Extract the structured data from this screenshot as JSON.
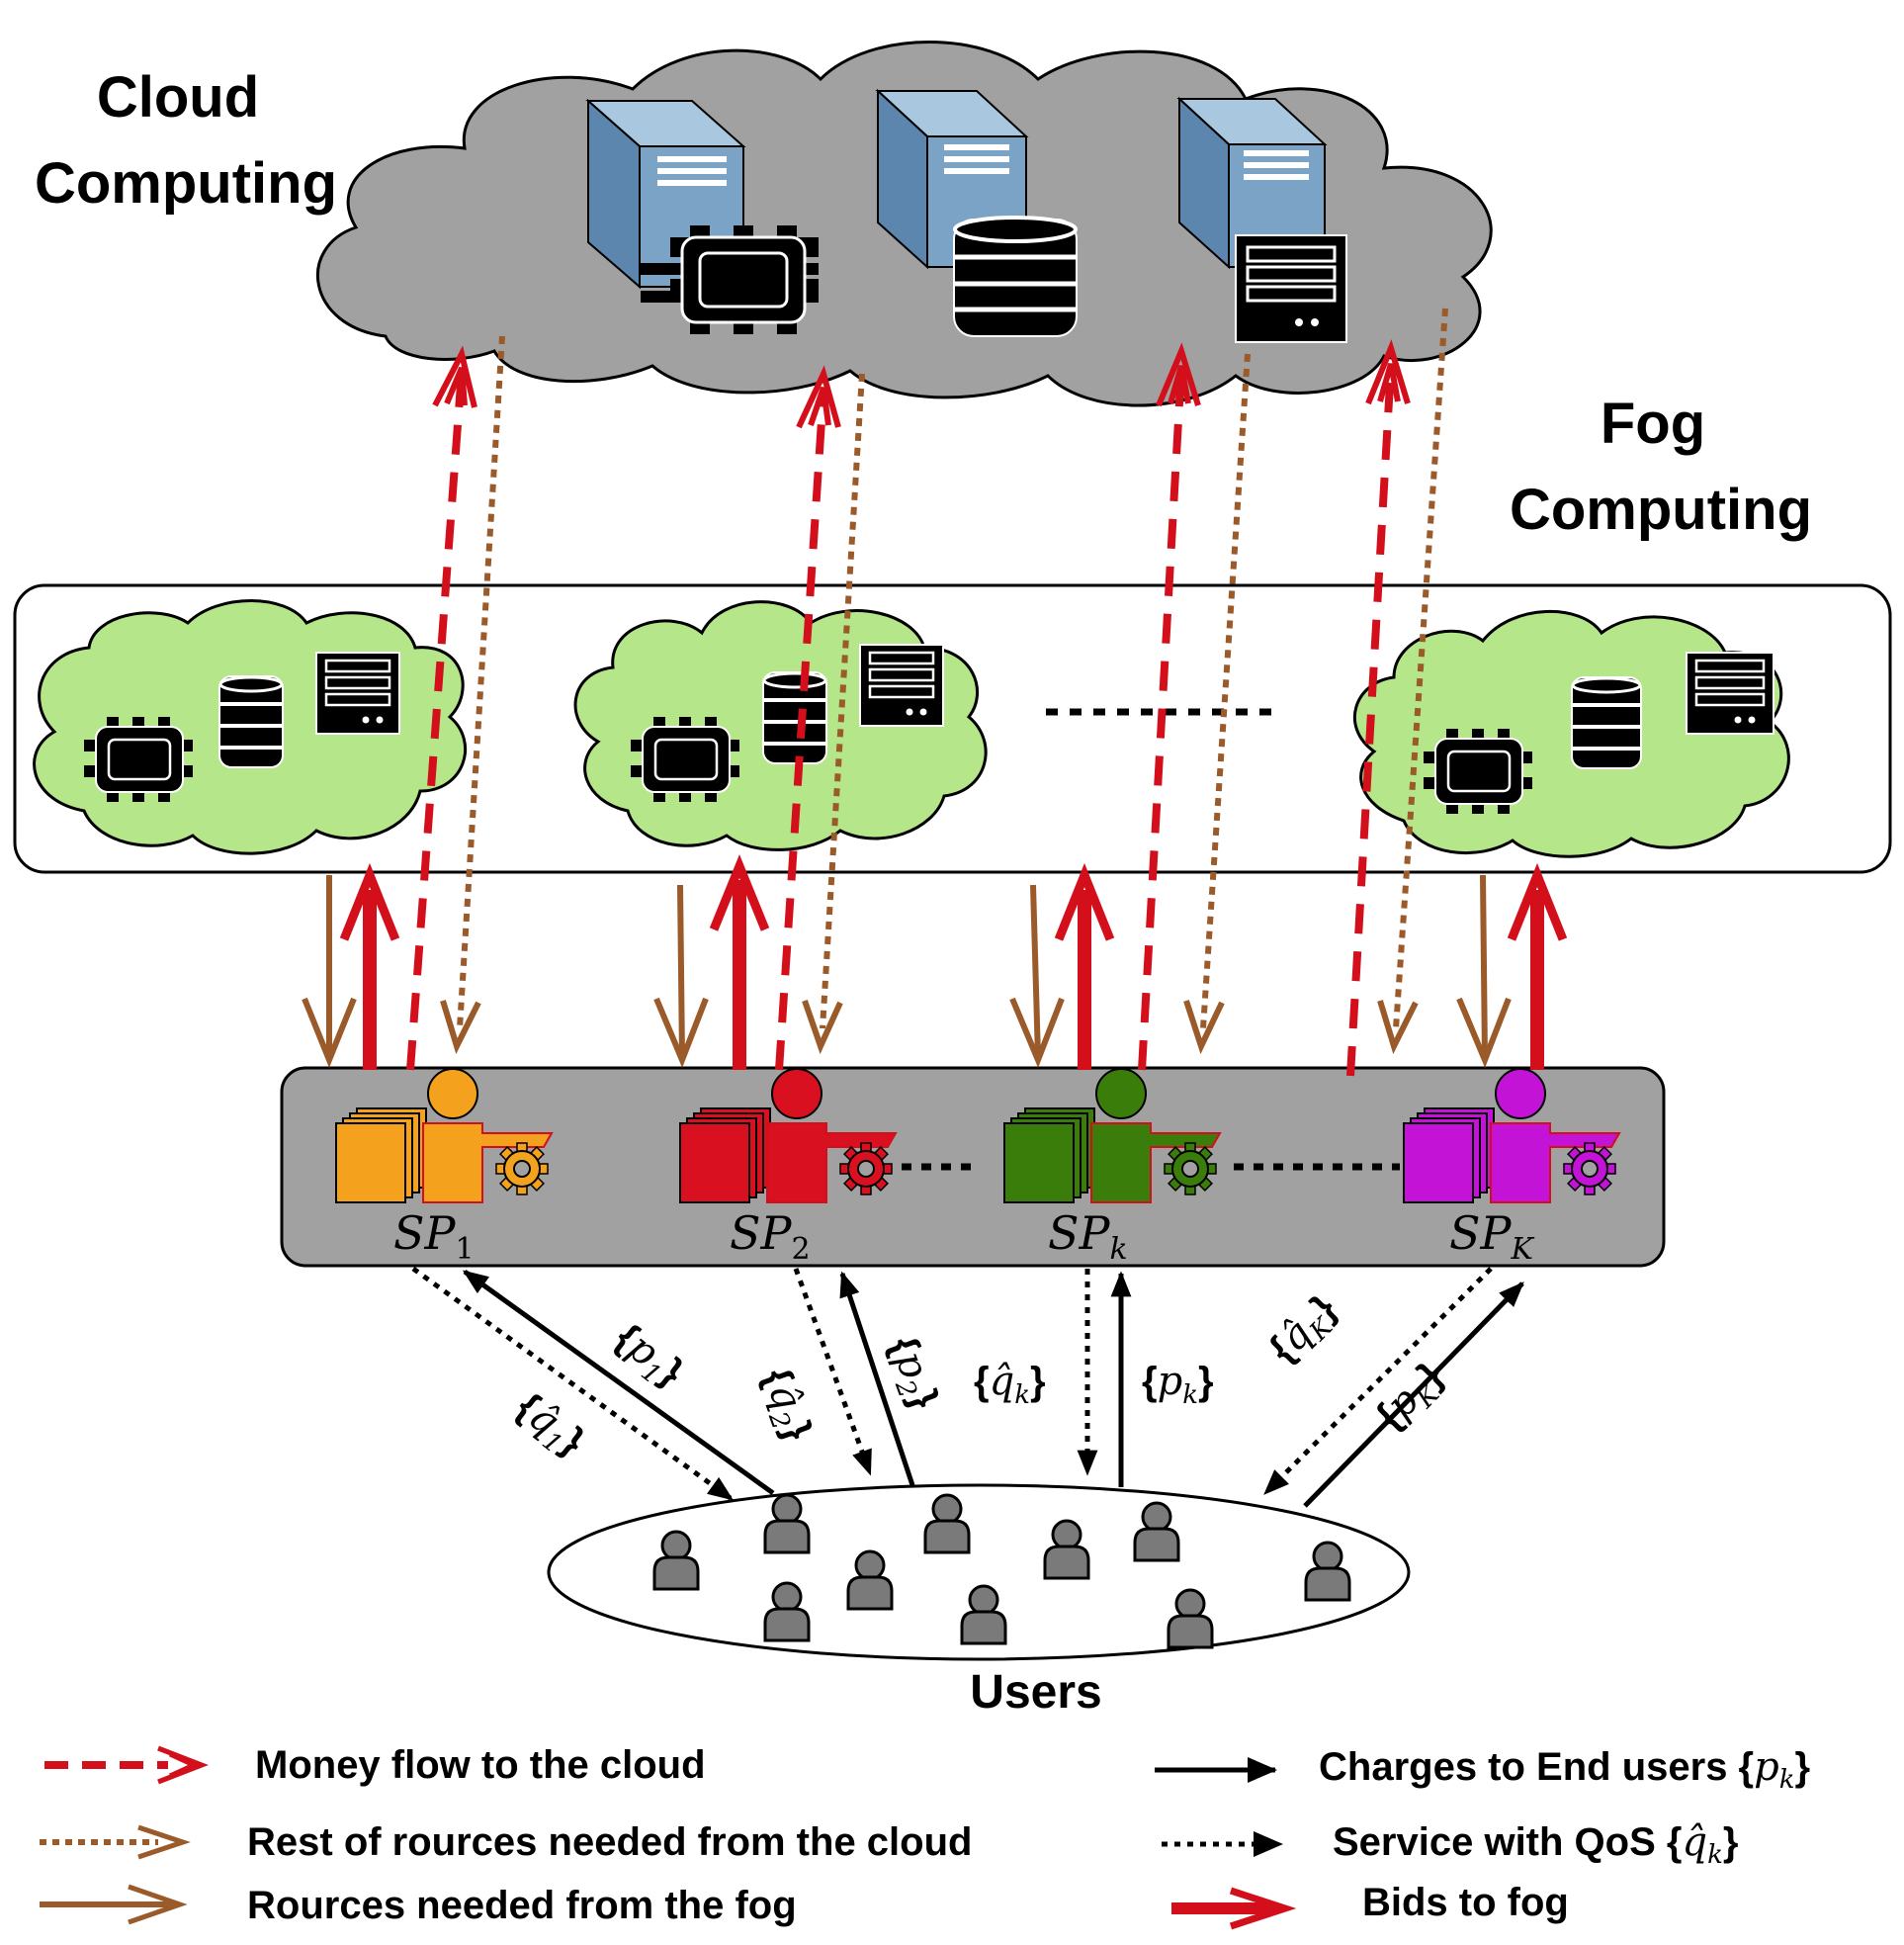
{
  "titles": {
    "cloud_line1": "Cloud",
    "cloud_line2": "Computing",
    "fog_line1": "Fog",
    "fog_line2": "Computing",
    "users": "Users"
  },
  "providers": [
    {
      "name": "SP",
      "sub": "1",
      "color": "#f4a21d"
    },
    {
      "name": "SP",
      "sub": "2",
      "color": "#d9101f"
    },
    {
      "name": "SP",
      "sub": "k",
      "color": "#3b7d0a"
    },
    {
      "name": "SP",
      "sub": "K",
      "color": "#c213d6"
    }
  ],
  "flow_labels": [
    {
      "open": "{",
      "sym": "q̂",
      "sub": "1",
      "close": "}"
    },
    {
      "open": "{",
      "sym": "p",
      "sub": "1",
      "close": "}"
    },
    {
      "open": "{",
      "sym": "q̂",
      "sub": "2",
      "close": "}"
    },
    {
      "open": "{",
      "sym": "p",
      "sub": "2",
      "close": "}"
    },
    {
      "open": "{",
      "sym": "q̂",
      "sub": "k",
      "close": "}"
    },
    {
      "open": "{",
      "sym": "p",
      "sub": "k",
      "close": "}"
    },
    {
      "open": "{",
      "sym": "q̂",
      "sub": "K",
      "close": "}"
    },
    {
      "open": "{",
      "sym": "p",
      "sub": "K",
      "close": "}"
    }
  ],
  "legend": {
    "money_flow": "Money flow to the cloud",
    "rest_resources": "Rest of rources needed from the cloud",
    "fog_resources": "Rources needed from the fog",
    "charges": "Charges to End users {",
    "charges_sym": "p",
    "charges_sub": "k",
    "charges_close": "}",
    "service": "Service with QoS {",
    "service_sym": "q̂",
    "service_sub": "k",
    "service_close": "}",
    "bids": "Bids to fog"
  },
  "colors": {
    "cloud_fill": "#a1a1a1",
    "fog_fill": "#b5e68a",
    "sp_band": "#a1a1a1",
    "money_red": "#d40f1c",
    "resource_brown": "#9a5a2a",
    "server_blue": "#7ba3c5"
  },
  "icons": [
    "server-icon",
    "cpu-chip-icon",
    "database-icon",
    "server-rack-icon",
    "person-icon",
    "gear-icon",
    "document-stack-icon"
  ]
}
